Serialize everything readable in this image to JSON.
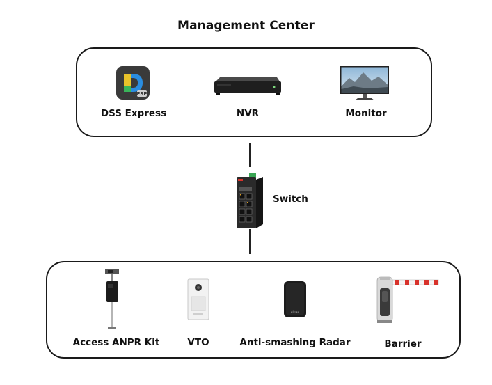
{
  "title": "Management Center",
  "management_center": {
    "devices": [
      {
        "label": "DSS Express",
        "icon": "dss-express-app-icon"
      },
      {
        "label": "NVR",
        "icon": "nvr-device-icon"
      },
      {
        "label": "Monitor",
        "icon": "monitor-icon"
      }
    ]
  },
  "switch": {
    "label": "Switch",
    "icon": "network-switch-icon"
  },
  "field_devices": {
    "devices": [
      {
        "label": "Access ANPR Kit",
        "icon": "anpr-kit-icon"
      },
      {
        "label": "VTO",
        "icon": "vto-intercom-icon"
      },
      {
        "label": "Anti-smashing Radar",
        "icon": "radar-icon"
      },
      {
        "label": "Barrier",
        "icon": "barrier-gate-icon"
      }
    ]
  },
  "colors": {
    "line": "#1a1a1a",
    "accent_red": "#d8322b",
    "switch_green": "#3aa655"
  }
}
